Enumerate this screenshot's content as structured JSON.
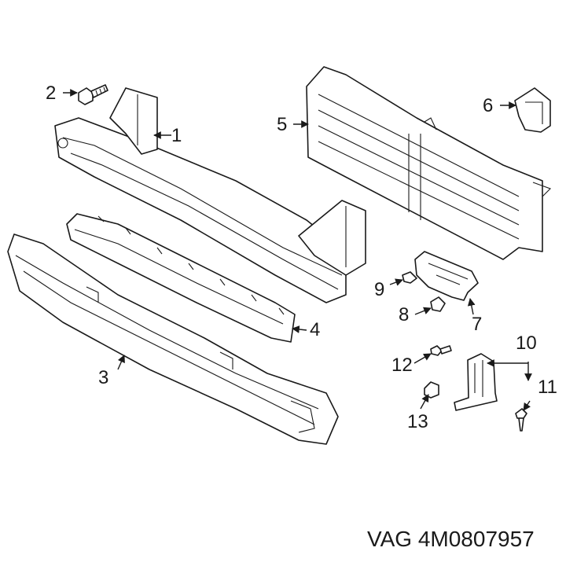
{
  "callouts": [
    {
      "id": "1",
      "label": "1"
    },
    {
      "id": "2",
      "label": "2"
    },
    {
      "id": "3",
      "label": "3"
    },
    {
      "id": "4",
      "label": "4"
    },
    {
      "id": "5",
      "label": "5"
    },
    {
      "id": "6",
      "label": "6"
    },
    {
      "id": "7",
      "label": "7"
    },
    {
      "id": "8",
      "label": "8"
    },
    {
      "id": "9",
      "label": "9"
    },
    {
      "id": "10",
      "label": "10"
    },
    {
      "id": "11",
      "label": "11"
    },
    {
      "id": "12",
      "label": "12"
    },
    {
      "id": "13",
      "label": "13"
    }
  ],
  "part_number": "VAG 4M0807957",
  "colors": {
    "ink": "#1a1a1a",
    "background": "#ffffff"
  }
}
